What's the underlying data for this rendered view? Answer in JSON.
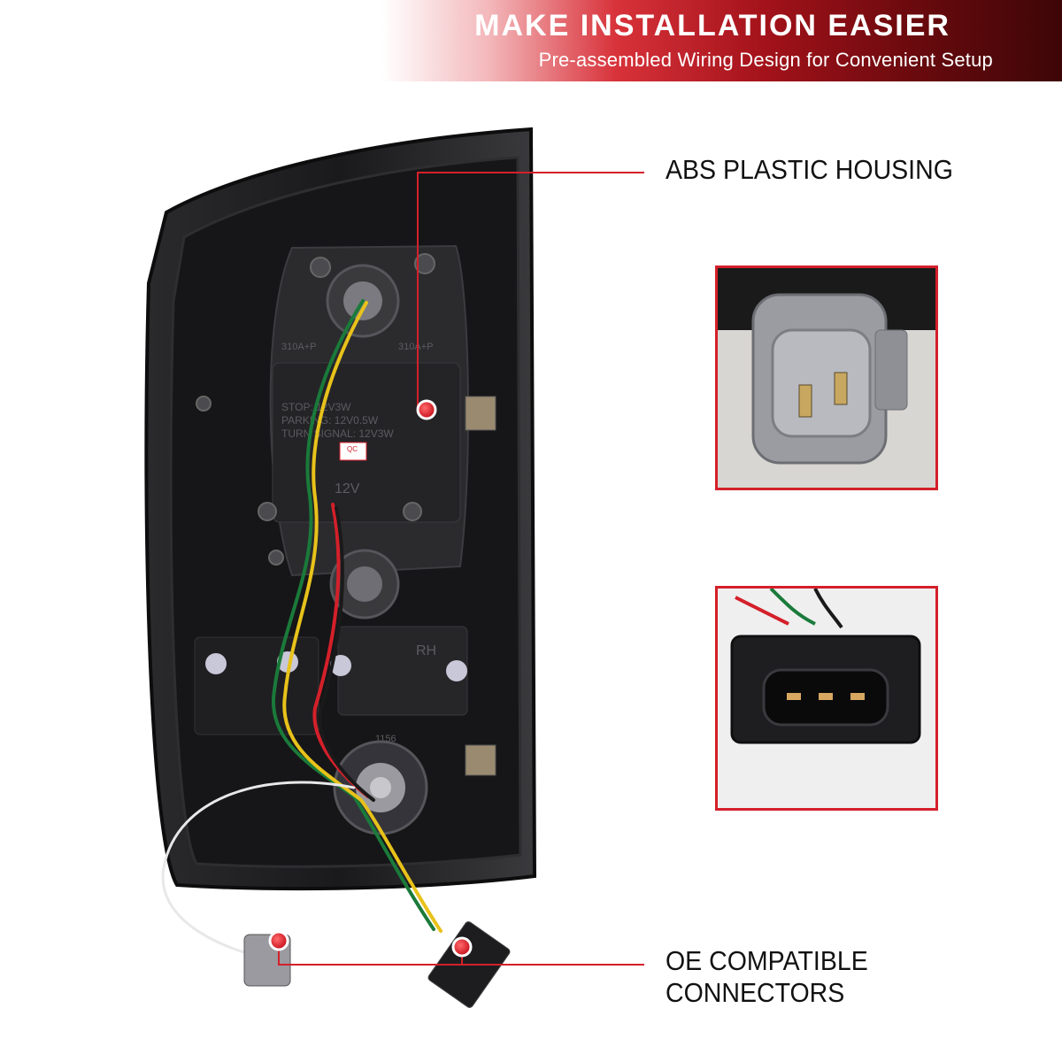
{
  "header": {
    "title": "MAKE INSTALLATION EASIER",
    "subtitle": "Pre-assembled Wiring Design for Convenient Setup"
  },
  "callouts": {
    "housing": "ABS PLASTIC HOUSING",
    "connectors": "OE COMPATIBLE CONNECTORS"
  },
  "labels": {
    "stop": "STOP: 12V3W",
    "parking": "PARKING: 12V0.5W",
    "turn_signal": "TURN SIGNAL: 12V3W",
    "voltage": "12V",
    "side": "RH",
    "qc": "QC",
    "bulb_top_left": "310A+P",
    "bulb_top_right": "310A+P",
    "bulb_bottom": "1156"
  },
  "colors": {
    "accent": "#d4202a",
    "housing": "#1c1c1e",
    "background": "#ffffff"
  }
}
